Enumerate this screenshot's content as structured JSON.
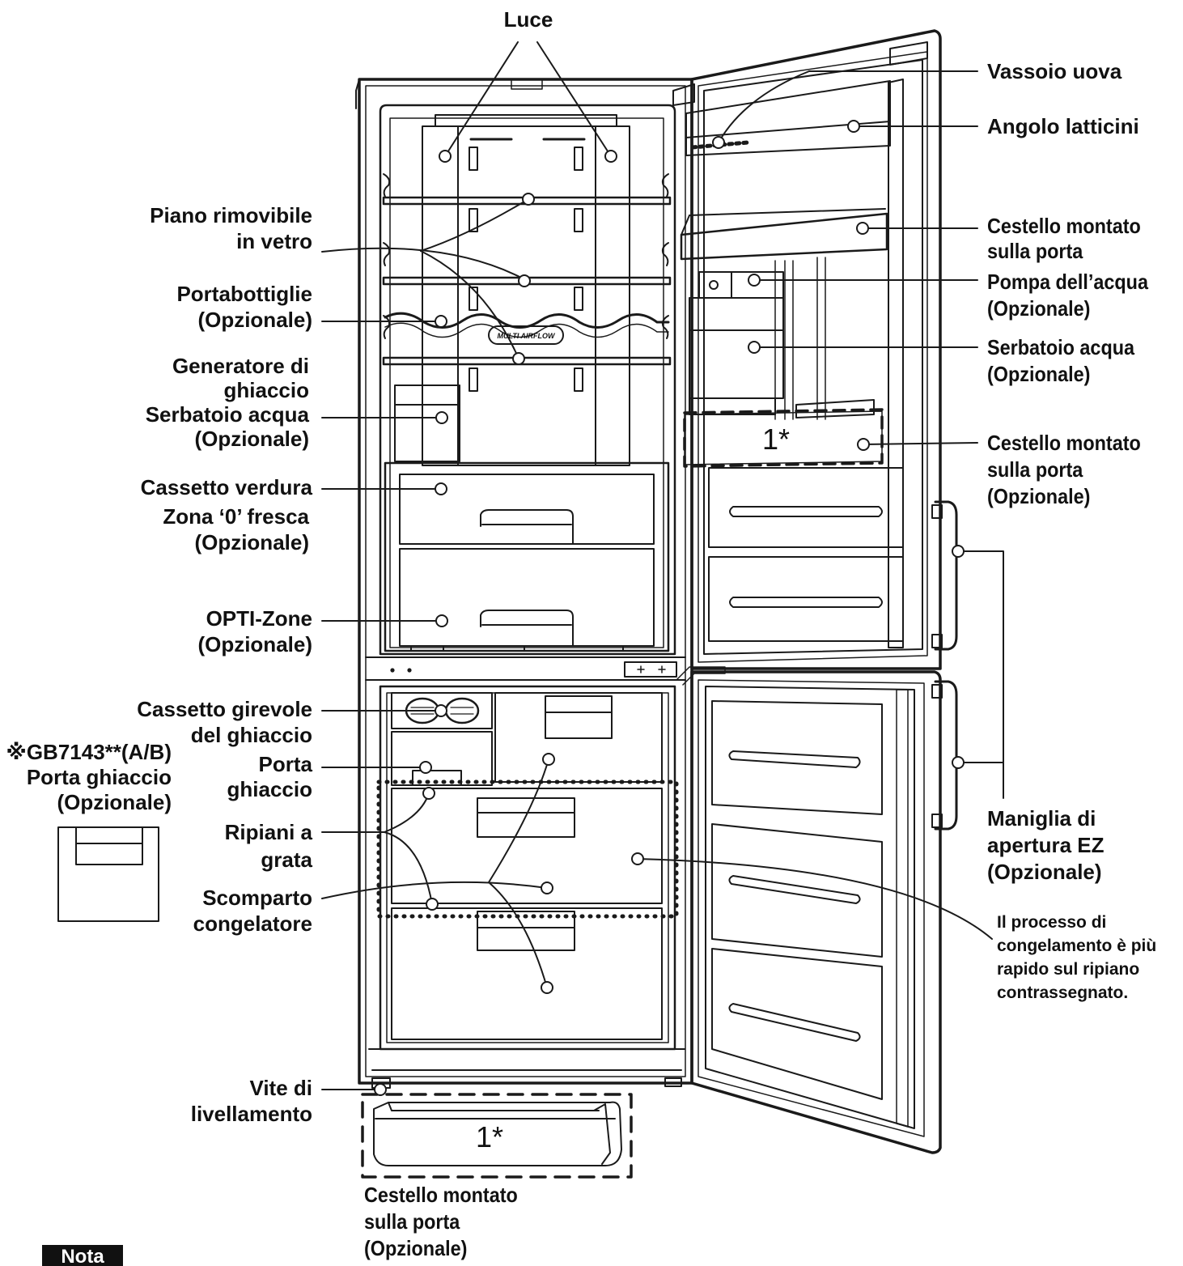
{
  "labels": {
    "luce": "Luce",
    "vassoio_uova": "Vassoio uova",
    "angolo_latticini": "Angolo latticini",
    "piano_rimovibile": [
      "Piano rimovibile",
      "in vetro"
    ],
    "portabottiglie": [
      "Portabottiglie",
      "(Opzionale)"
    ],
    "generatore": [
      "Generatore di",
      "ghiaccio",
      "Serbatoio acqua",
      "(Opzionale)"
    ],
    "cassetto_verdura": "Cassetto verdura",
    "zona_fresca": [
      "Zona ‘0’ fresca",
      "(Opzionale)"
    ],
    "opti_zone": [
      "OPTI-Zone",
      "(Opzionale)"
    ],
    "cassetto_girevole": [
      "Cassetto girevole",
      "del ghiaccio"
    ],
    "gb_model": [
      "※GB7143**(A/B)",
      "Porta ghiaccio",
      "(Opzionale)"
    ],
    "porta_ghiaccio": [
      "Porta",
      "ghiaccio"
    ],
    "ripiani_grata": [
      "Ripiani a",
      "grata"
    ],
    "scomparto": [
      "Scomparto",
      "congelatore"
    ],
    "vite": [
      "Vite di",
      "livellamento"
    ],
    "cestello_bottom": [
      "Cestello montato",
      "sulla porta",
      "(Opzionale)"
    ],
    "cestello_1": [
      "Cestello montato",
      "sulla porta"
    ],
    "pompa": [
      "Pompa dell’acqua",
      "(Opzionale)"
    ],
    "serbatoio_right": [
      "Serbatoio acqua",
      "(Opzionale)"
    ],
    "cestello_2": [
      "Cestello montato",
      "sulla porta",
      "(Opzionale)"
    ],
    "maniglia": [
      "Maniglia di",
      "apertura EZ",
      "(Opzionale)"
    ],
    "processo": [
      "Il processo di",
      "congelamento è più",
      "rapido sul ripiano",
      "contrassegnato."
    ],
    "badge_door": "1*",
    "badge_bottom": "1*",
    "airflow": "MULTI AIRFLOW",
    "nota": "Nota"
  }
}
